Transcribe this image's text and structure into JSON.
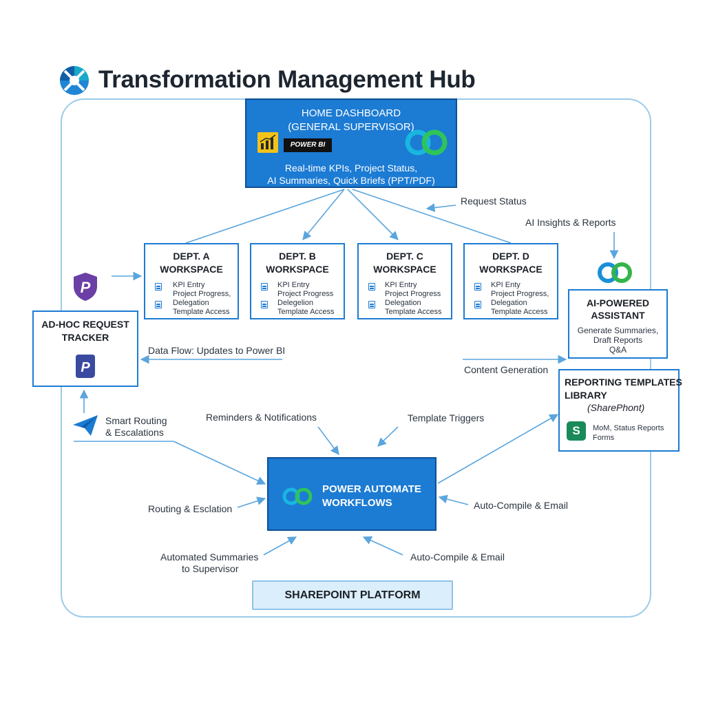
{
  "title": "Transformation Management Hub",
  "colors": {
    "primary": "#1c7bd3",
    "frame": "#9ccbe8",
    "arrow": "#5aa5dd"
  },
  "home": {
    "line1": "HOME DASHBOARD",
    "line2": "(GENERAL SUPERVISOR)",
    "badge": "POWER BI",
    "desc1": "Real-time KPIs, Project Status,",
    "desc2": "AI Summaries, Quick Briefs (PPT/PDF)"
  },
  "departments": [
    {
      "line1": "DEPT. A",
      "line2": "WORKSPACE",
      "items": [
        "KPI Entry",
        "Project Progress,",
        "Delegation",
        "Template Access"
      ]
    },
    {
      "line1": "DEPT. B",
      "line2": "WORKSPACE",
      "items": [
        "KPI Entry",
        "Project Progress",
        "Delegelion",
        "Template Access"
      ]
    },
    {
      "line1": "DEPT. C",
      "line2": "WORKSPACE",
      "items": [
        "KPI Entry",
        "Project Progress",
        "Delegation",
        "Template Access"
      ]
    },
    {
      "line1": "DEPT. D",
      "line2": "WORKSPACE",
      "items": [
        "KPI Enty",
        "Project Progress,",
        "Delegation",
        "Template Access"
      ]
    }
  ],
  "adhoc": {
    "line1": "AD-HOC REQUEST",
    "line2": "TRACKER"
  },
  "ai_assistant": {
    "line1": "AI-POWERED",
    "line2": "ASSISTANT",
    "sub1": "Generate Summaries,",
    "sub2": "Draft Reports",
    "sub3": "Q&A"
  },
  "reporting": {
    "line1": "REPORTING TEMPLATES",
    "line2": "LIBRARY",
    "line3": "(SharePhont)",
    "icon_letter": "S",
    "sub1": "MoM, Status Reports",
    "sub2": "Forms"
  },
  "power_automate": {
    "line1": "POWER AUTOMATE",
    "line2": "WORKFLOWS"
  },
  "sharepoint": "SHAREPOINT PLATFORM",
  "labels": {
    "request_status": "Request Status",
    "ai_insights": "AI Insights & Reports",
    "data_flow": "Data Flow: Updates to Power BI",
    "content_generation": "Content Generation",
    "smart_routing_1": "Smart Routing",
    "smart_routing_2": "& Escalations",
    "reminders": "Reminders & Notifications",
    "template_triggers": "Template Triggers",
    "routing_escalation": "Routing & Esclation",
    "auto_compile_right": "Auto-Compile & Email",
    "auto_compile_bottom": "Auto-Compile & Email",
    "automated_summaries_1": "Automated Summaries",
    "automated_summaries_2": "to Supervisor"
  }
}
